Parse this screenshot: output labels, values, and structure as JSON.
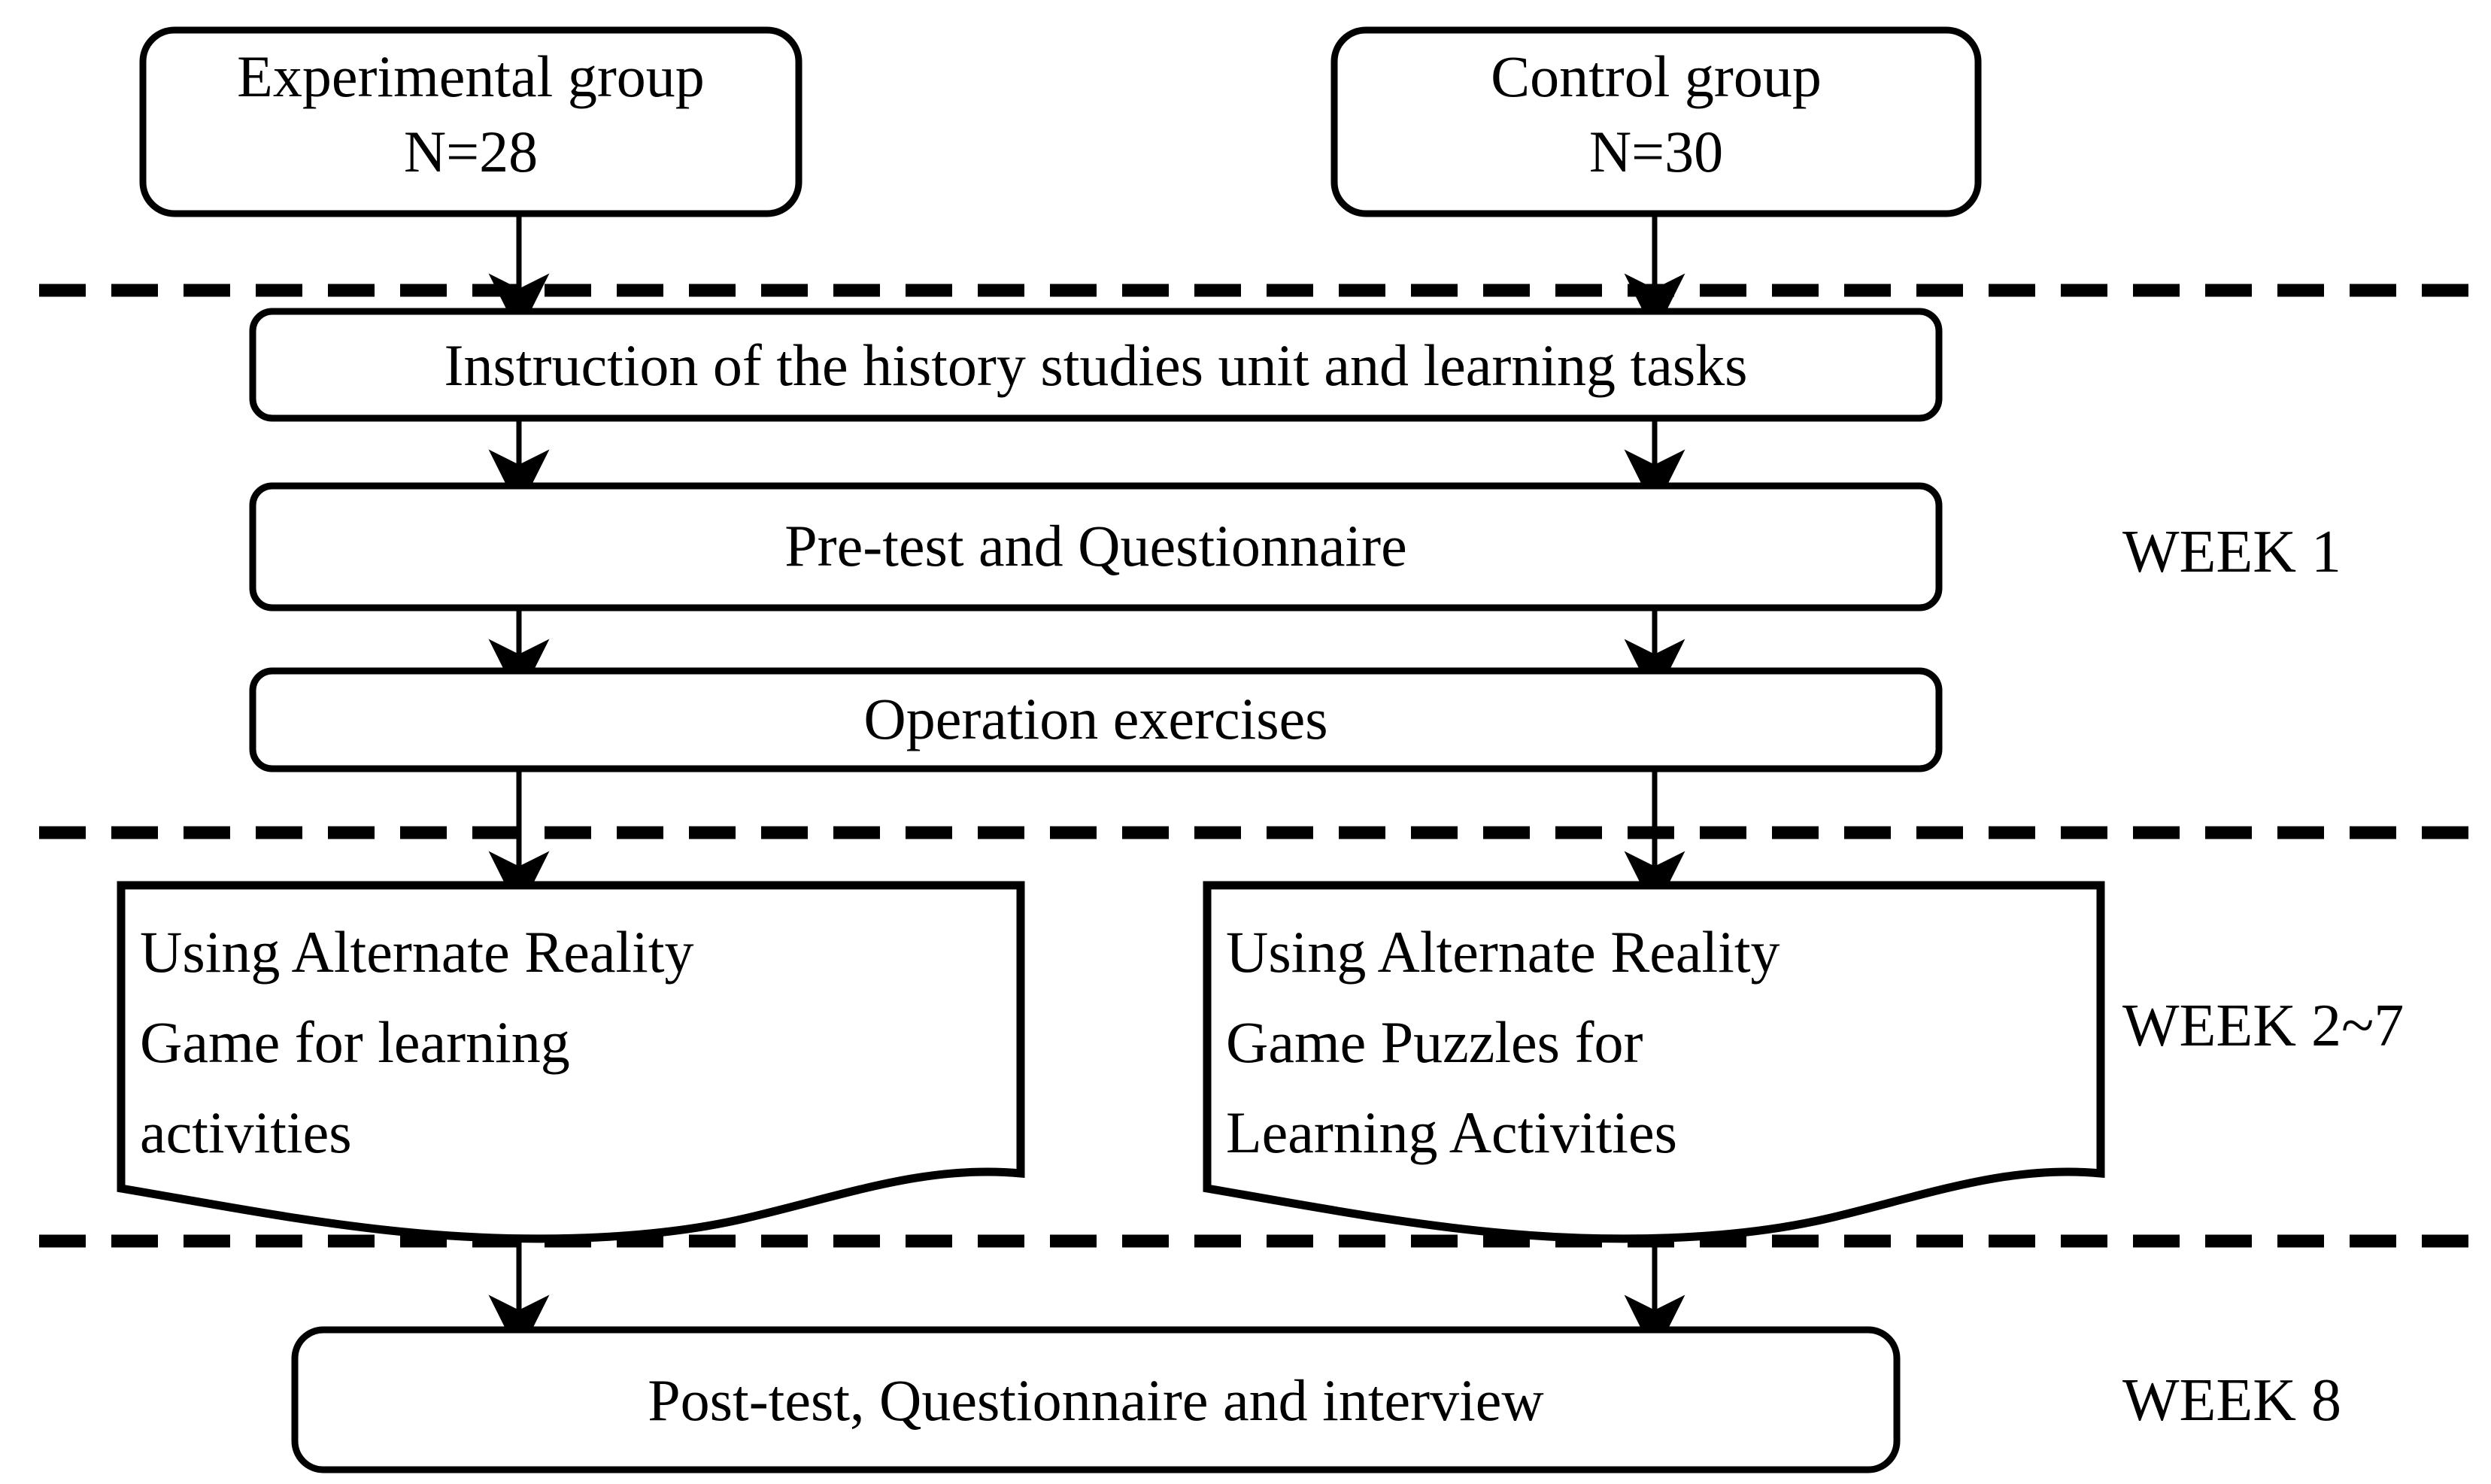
{
  "diagram": {
    "title": "Experimental procedure flowchart",
    "background_color": "#ffffff",
    "line_color": "#000000",
    "nodes": {
      "experimental_group": {
        "line1": "Experimental group",
        "line2": "N=28",
        "shape": "rounded-rectangle"
      },
      "control_group": {
        "line1": "Control group",
        "line2": "N=30",
        "shape": "rounded-rectangle"
      },
      "instruction": {
        "line1": "Instruction of the history studies unit and learning tasks",
        "shape": "rounded-rectangle"
      },
      "pretest": {
        "line1": "Pre-test and Questionnaire",
        "shape": "rounded-rectangle"
      },
      "operation": {
        "line1": "Operation exercises",
        "shape": "rounded-rectangle"
      },
      "arg_experimental": {
        "line1": "Using Alternate Reality",
        "line2": "Game for learning",
        "line3": "activities",
        "shape": "document"
      },
      "arg_control": {
        "line1": "Using Alternate Reality",
        "line2": "Game Puzzles for",
        "line3": "Learning Activities",
        "shape": "document"
      },
      "posttest": {
        "line1": "Post-test, Questionnaire and interview",
        "shape": "rounded-rectangle"
      }
    },
    "phase_labels": [
      {
        "text": "WEEK 1"
      },
      {
        "text": "WEEK 2~7"
      },
      {
        "text": "WEEK 8"
      }
    ]
  }
}
